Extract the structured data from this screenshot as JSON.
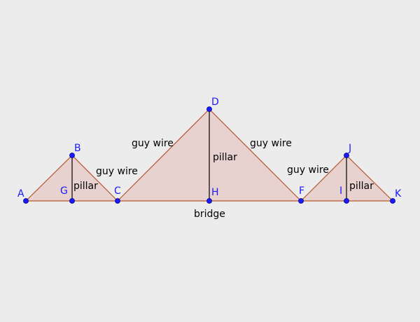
{
  "colors": {
    "background": "#ececec",
    "triangle_fill": "#e8d2cf",
    "triangle_stroke": "#b5562c",
    "pillar_stroke": "#000000",
    "point_fill": "#1a1aff",
    "point_label": "#1a1aff",
    "text_label": "#000000"
  },
  "points": {
    "A": "A",
    "B": "B",
    "C": "C",
    "D": "D",
    "F": "F",
    "G": "G",
    "H": "H",
    "I": "I",
    "J": "J",
    "K": "K"
  },
  "labels": {
    "guy_wire_left": "guy wire",
    "guy_wire_center_left": "guy wire",
    "guy_wire_center_right": "guy wire",
    "guy_wire_right": "guy wire",
    "pillar_left": "pillar",
    "pillar_center": "pillar",
    "pillar_right": "pillar",
    "bridge": "bridge"
  }
}
